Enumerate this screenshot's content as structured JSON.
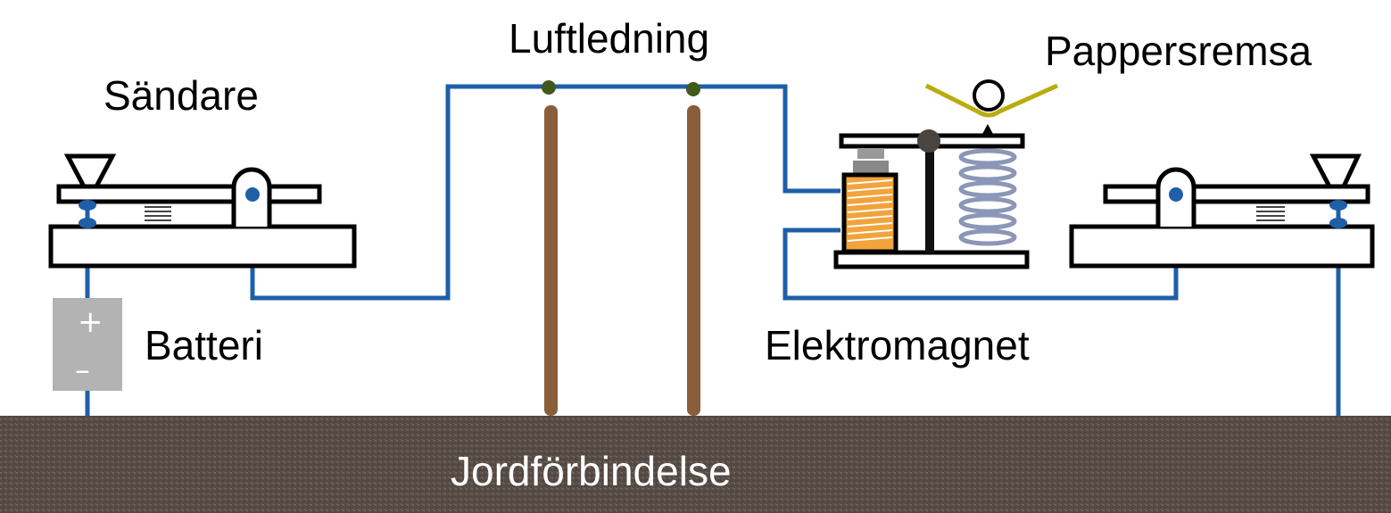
{
  "labels": {
    "sender": "Sändare",
    "overhead_line": "Luftledning",
    "paper_strip": "Pappersremsa",
    "battery": "Batteri",
    "electromagnet": "Elektromagnet",
    "ground": "Jordförbindelse"
  },
  "battery_signs": {
    "plus": "+",
    "minus": "–"
  },
  "colors": {
    "wire": "#1f5fa8",
    "pole": "#8a5e3a",
    "insulator": "#3f5a1a",
    "ground": "#554a44",
    "battery": "#b3b3b3",
    "coil": "#f2a33a",
    "spring": "#8c96b8",
    "paper": "#b8ac10",
    "pivot": "#4a4440"
  },
  "icons": [
    "telegraph-key-icon",
    "battery-icon",
    "telegraph-pole-icon",
    "electromagnet-icon",
    "spring-icon",
    "paper-roll-icon"
  ]
}
